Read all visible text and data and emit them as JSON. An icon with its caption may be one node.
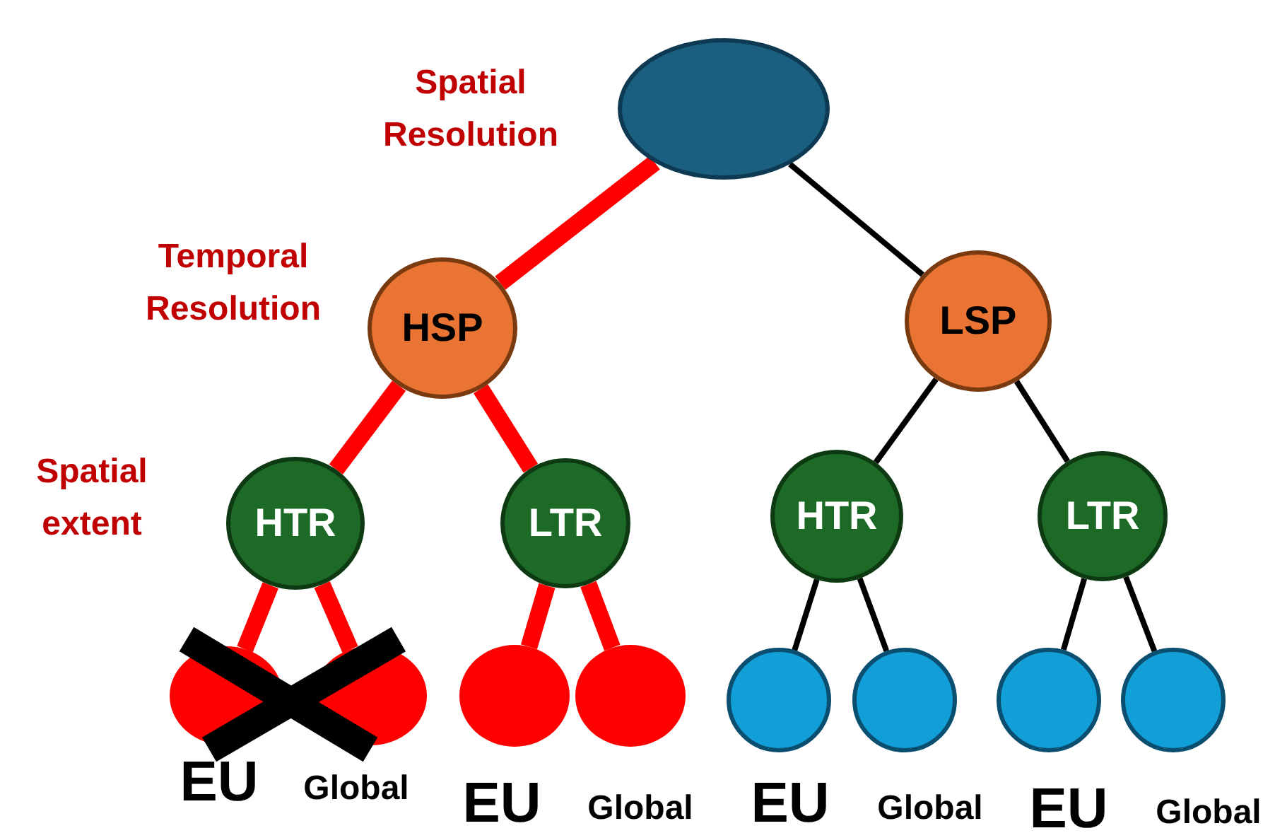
{
  "diagram": {
    "nodes": [
      {
        "text": [],
        "shape": "circle"
      },
      {
        "text": [
          "HSP"
        ]
      },
      {
        "text": [
          "LSP"
        ]
      },
      {
        "text": [
          "HTR"
        ]
      },
      {
        "text": [
          "LTR"
        ]
      },
      {
        "text": [
          "HTR"
        ]
      },
      {
        "text": [
          "LTR"
        ]
      },
      {
        "text": [],
        "shape": "circle",
        "beside": [
          "EU"
        ]
      },
      {
        "text": [],
        "shape": "circle",
        "beside": [
          "Global"
        ]
      },
      {
        "text": [],
        "shape": "circle",
        "beside": [
          "EU"
        ]
      },
      {
        "text": [],
        "shape": "circle",
        "beside": [
          "Global"
        ]
      },
      {
        "text": [],
        "shape": "circle",
        "beside": [
          "EU"
        ]
      },
      {
        "text": [],
        "shape": "circle",
        "beside": [
          "Global"
        ]
      },
      {
        "text": [],
        "shape": "circle",
        "beside": [
          "EU"
        ]
      },
      {
        "text": [],
        "shape": "circle",
        "beside": [
          "Global"
        ]
      }
    ],
    "edges": [
      {
        "from": 0,
        "to": 1,
        "arrow": "none",
        "style": "thick",
        "color": "#ff0000"
      },
      {
        "from": 0,
        "to": 2,
        "arrow": "none",
        "color": "#000000"
      },
      {
        "from": 1,
        "to": 3,
        "arrow": "none",
        "style": "thick",
        "color": "#ff0000"
      },
      {
        "from": 1,
        "to": 4,
        "arrow": "none",
        "style": "thick",
        "color": "#ff0000"
      },
      {
        "from": 2,
        "to": 5,
        "arrow": "none",
        "color": "#000000"
      },
      {
        "from": 2,
        "to": 6,
        "arrow": "none",
        "color": "#000000"
      },
      {
        "from": 3,
        "to": 7,
        "arrow": "none",
        "style": "thick",
        "color": "#ff0000"
      },
      {
        "from": 3,
        "to": 8,
        "arrow": "none",
        "style": "thick",
        "color": "#ff0000"
      },
      {
        "from": 4,
        "to": 9,
        "arrow": "none",
        "style": "thick",
        "color": "#ff0000"
      },
      {
        "from": 4,
        "to": 10,
        "arrow": "none",
        "style": "thick",
        "color": "#ff0000"
      },
      {
        "from": 5,
        "to": 11,
        "arrow": "none",
        "color": "#000000"
      },
      {
        "from": 5,
        "to": 12,
        "arrow": "none",
        "color": "#000000"
      },
      {
        "from": 6,
        "to": 13,
        "arrow": "none",
        "color": "#000000"
      },
      {
        "from": 6,
        "to": 14,
        "arrow": "none",
        "color": "#000000"
      }
    ],
    "labels": [
      "Spatial Resolution",
      "Temporal Resolution",
      "Spatial extent"
    ]
  }
}
